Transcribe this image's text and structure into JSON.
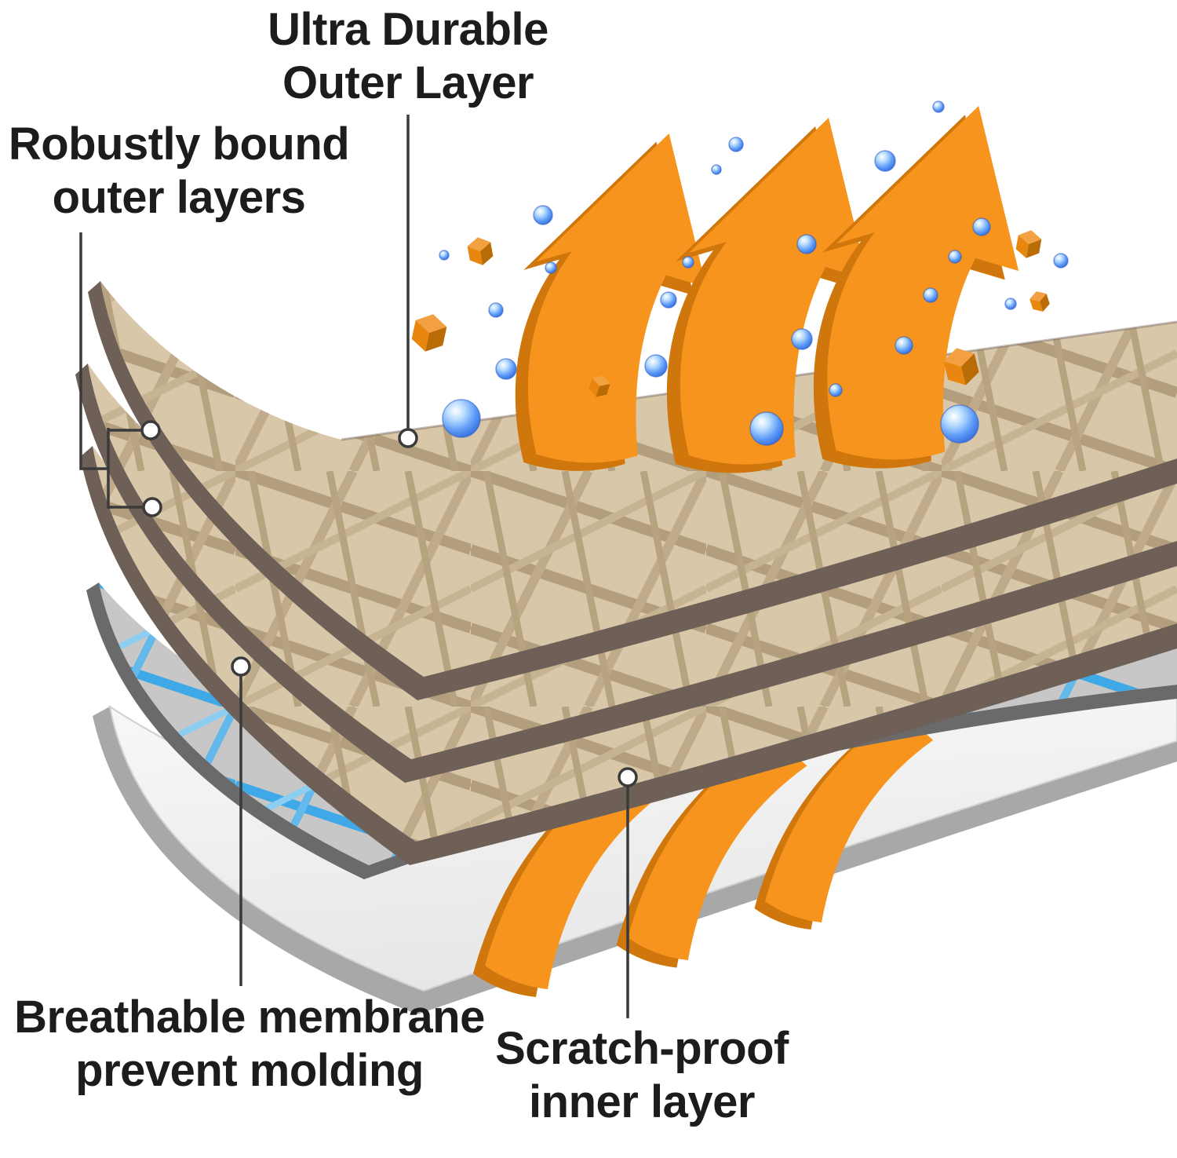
{
  "diagram": {
    "labels": {
      "outer_layer": {
        "line1": "Ultra Durable",
        "line2": "Outer Layer"
      },
      "bound_layers": {
        "line1": "Robustly bound",
        "line2": "outer layers"
      },
      "membrane": {
        "line1": "Breathable membrane",
        "line2": "prevent molding"
      },
      "inner_layer": {
        "line1": "Scratch-proof",
        "line2": "inner layer"
      }
    },
    "colors": {
      "fabric_tan": "#d9c7aa",
      "fabric_weave": "#b29d7c",
      "fabric_edge": "#6e6057",
      "membrane_gray": "#c7c7c7",
      "membrane_mesh_blue": "#3fa9e8",
      "membrane_edge": "#6a6a6a",
      "inner_white": "#f3f3f3",
      "inner_edge_gray": "#a8a8a8",
      "arrow_orange": "#f7941d",
      "arrow_orange_dark": "#cf760c",
      "droplet_blue": "#4a86f0",
      "cube_orange": "#e8860f",
      "leader_line": "#3a3a3a",
      "text": "#1c1c1c"
    }
  }
}
